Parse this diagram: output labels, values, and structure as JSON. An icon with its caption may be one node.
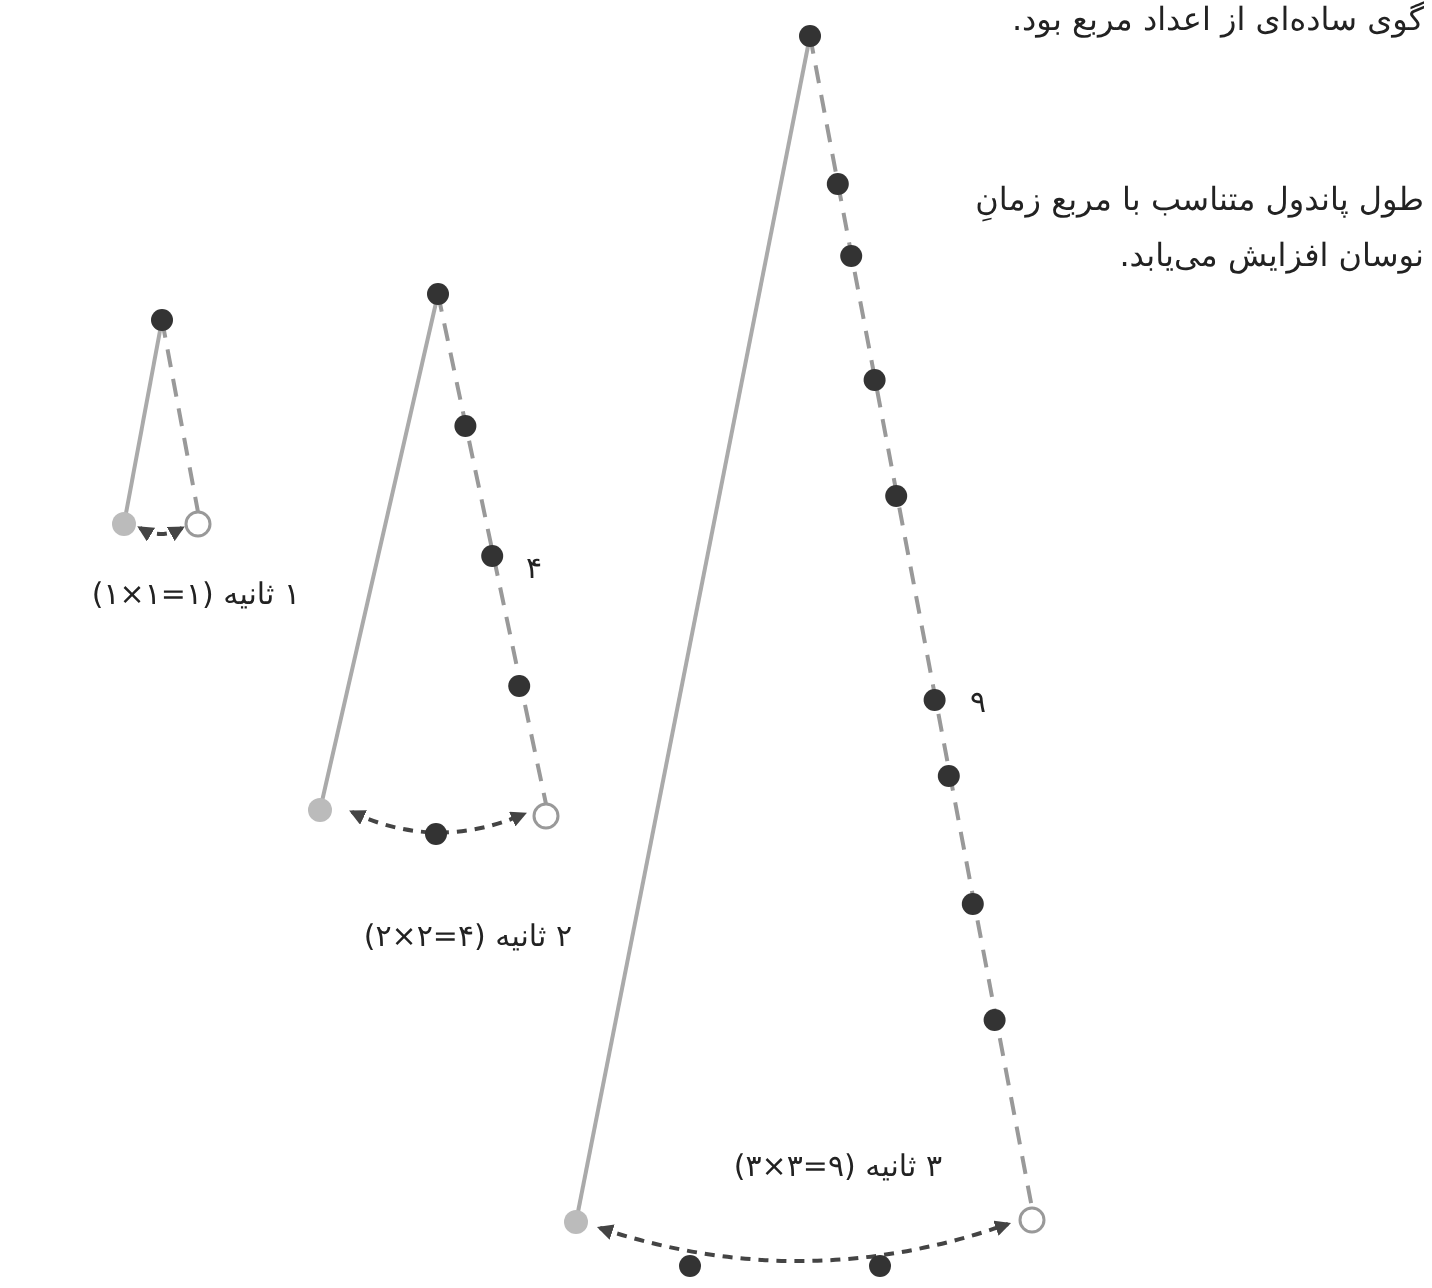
{
  "diagram": {
    "labels": [
      "گوی ساده‌ای از اعداد مربع بود.",
      "طول پاندول متناسب با مربع زمانِ نوسان افزایش می‌یابد.",
      "۱ ثانیه (۱×۱=۱)",
      "۴",
      "۹",
      "۲ ثانیه (۲×۲=۴)",
      "۳ ثانیه (۳×۳=۹)"
    ]
  }
}
